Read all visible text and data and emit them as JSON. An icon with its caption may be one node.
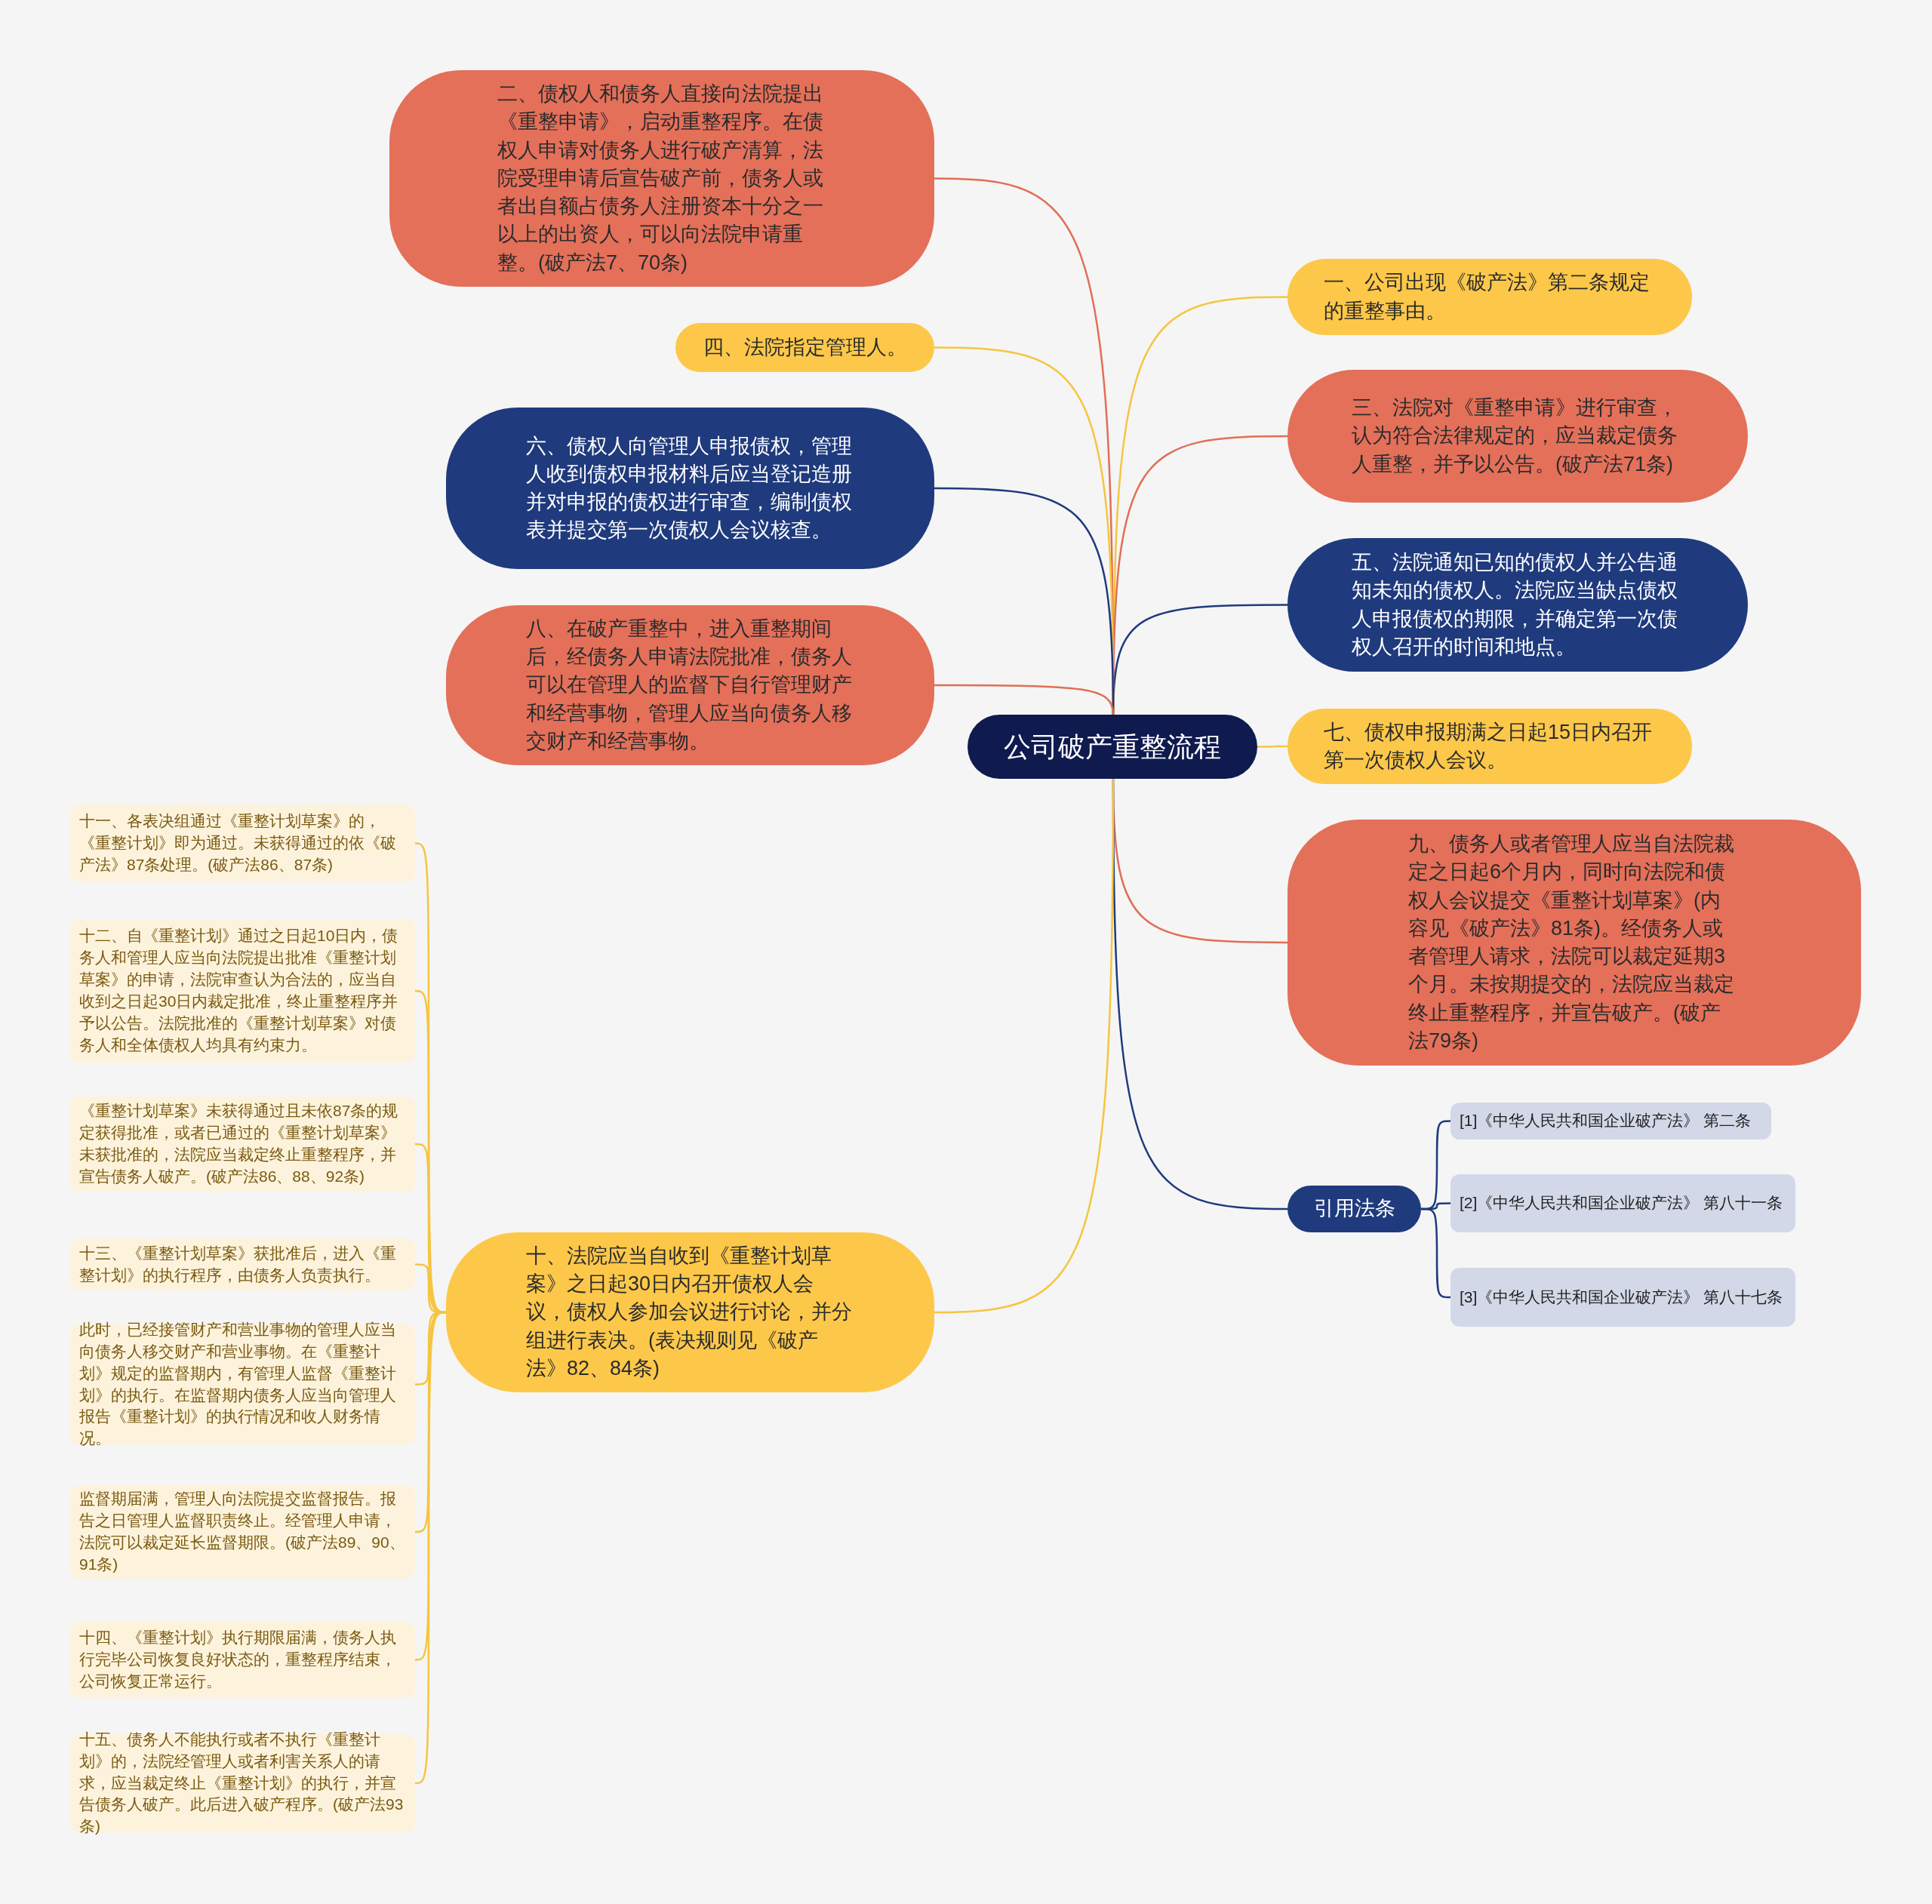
{
  "diagram": {
    "nodes": [
      {
        "text": [
          "公司破产重整流程"
        ]
      },
      {
        "text": [
          "一、公司出现《破产法》第二条规定的重整事由。"
        ]
      },
      {
        "text": [
          "三、法院对《重整申请》进行审查，认为符合法律规定的，应当裁定债务人重整，并予以公告。(破产法71条)"
        ]
      },
      {
        "text": [
          "五、法院通知已知的债权人并公告通知未知的债权人。法院应当缺点债权人申报债权的期限，并确定第一次债权人召开的时间和地点。"
        ]
      },
      {
        "text": [
          "七、债权申报期满之日起15日内召开第一次债权人会议。"
        ]
      },
      {
        "text": [
          "九、债务人或者管理人应当自法院裁定之日起6个月内，同时向法院和债权人会议提交《重整计划草案》(内容见《破产法》81条)。经债务人或者管理人请求，法院可以裁定延期3个月。未按期提交的，法院应当裁定终止重整程序，并宣告破产。(破产法79条)"
        ]
      },
      {
        "text": [
          "引用法条"
        ]
      },
      {
        "text": [
          "[1]《中华人民共和国企业破产法》 第二条"
        ]
      },
      {
        "text": [
          "[2]《中华人民共和国企业破产法》 第八十一条"
        ]
      },
      {
        "text": [
          "[3]《中华人民共和国企业破产法》 第八十七条"
        ]
      },
      {
        "text": [
          "二、债权人和债务人直接向法院提出《重整申请》，启动重整程序。在债权人申请对债务人进行破产清算，法院受理申请后宣告破产前，债务人或者出自额占债务人注册资本十分之一以上的出资人，可以向法院申请重整。(破产法7、70条)"
        ]
      },
      {
        "text": [
          "四、法院指定管理人。"
        ]
      },
      {
        "text": [
          "六、债权人向管理人申报债权，管理人收到债权申报材料后应当登记造册并对申报的债权进行审查，编制债权表并提交第一次债权人会议核查。"
        ]
      },
      {
        "text": [
          "八、在破产重整中，进入重整期间后，经债务人申请法院批准，债务人可以在管理人的监督下自行管理财产和经营事物，管理人应当向债务人移交财产和经营事物。"
        ]
      },
      {
        "text": [
          "十、法院应当自收到《重整计划草案》之日起30日内召开债权人会议，债权人参加会议进行讨论，并分组进行表决。(表决规则见《破产法》82、84条)"
        ]
      },
      {
        "text": [
          "十一、各表决组通过《重整计划草案》的，《重整计划》即为通过。未获得通过的依《破产法》87条处理。(破产法86、87条)"
        ]
      },
      {
        "text": [
          "十二、自《重整计划》通过之日起10日内，债务人和管理人应当向法院提出批准《重整计划草案》的申请，法院审查认为合法的，应当自收到之日起30日内裁定批准，终止重整程序并予以公告。法院批准的《重整计划草案》对债务人和全体债权人均具有约束力。"
        ]
      },
      {
        "text": [
          "《重整计划草案》未获得通过且未依87条的规定获得批准，或者已通过的《重整计划草案》未获批准的，法院应当裁定终止重整程序，并宣告债务人破产。(破产法86、88、92条)"
        ]
      },
      {
        "text": [
          "十三、《重整计划草案》获批准后，进入《重整计划》的执行程序，由债务人负责执行。"
        ]
      },
      {
        "text": [
          "此时，已经接管财产和营业事物的管理人应当向债务人移交财产和营业事物。在《重整计划》规定的监督期内，有管理人监督《重整计划》的执行。在监督期内债务人应当向管理人报告《重整计划》的执行情况和收人财务情况。"
        ]
      },
      {
        "text": [
          "监督期届满，管理人向法院提交监督报告。报告之日管理人监督职责终止。经管理人申请，法院可以裁定延长监督期限。(破产法89、90、91条)"
        ]
      },
      {
        "text": [
          "十四、《重整计划》执行期限届满，债务人执行完毕公司恢复良好状态的，重整程序结束，公司恢复正常运行。"
        ]
      },
      {
        "text": [
          "十五、债务人不能执行或者不执行《重整计划》的，法院经管理人或者利害关系人的请求，应当裁定终止《重整计划》的执行，并宣告债务人破产。此后进入破产程序。(破产法93条)"
        ]
      }
    ],
    "edges": [
      {
        "from": 0,
        "to": 1,
        "arrow": "none"
      },
      {
        "from": 0,
        "to": 2,
        "arrow": "none",
        "color": "#e06f55"
      },
      {
        "from": 0,
        "to": 3,
        "arrow": "none",
        "color": "#1f3a7d"
      },
      {
        "from": 0,
        "to": 4,
        "arrow": "none"
      },
      {
        "from": 0,
        "to": 5,
        "arrow": "none",
        "color": "#e06f55"
      },
      {
        "from": 0,
        "to": 6,
        "arrow": "none",
        "color": "#1f3a7d"
      },
      {
        "from": 6,
        "to": 7,
        "arrow": "none",
        "color": "#1f3a7d"
      },
      {
        "from": 6,
        "to": 8,
        "arrow": "none",
        "color": "#1f3a7d"
      },
      {
        "from": 6,
        "to": 9,
        "arrow": "none",
        "color": "#1f3a7d"
      },
      {
        "from": 0,
        "to": 10,
        "arrow": "none",
        "color": "#e06f55"
      },
      {
        "from": 0,
        "to": 11,
        "arrow": "none"
      },
      {
        "from": 0,
        "to": 12,
        "arrow": "none",
        "color": "#1f3a7d"
      },
      {
        "from": 0,
        "to": 13,
        "arrow": "none",
        "color": "#e06f55"
      },
      {
        "from": 0,
        "to": 14,
        "arrow": "none"
      },
      {
        "from": 14,
        "to": 15,
        "arrow": "none"
      },
      {
        "from": 14,
        "to": 16,
        "arrow": "none"
      },
      {
        "from": 14,
        "to": 17,
        "arrow": "none"
      },
      {
        "from": 14,
        "to": 18,
        "arrow": "none"
      },
      {
        "from": 14,
        "to": 19,
        "arrow": "none"
      },
      {
        "from": 14,
        "to": 20,
        "arrow": "none"
      },
      {
        "from": 14,
        "to": 21,
        "arrow": "none"
      },
      {
        "from": 14,
        "to": 22,
        "arrow": "none"
      }
    ]
  }
}
